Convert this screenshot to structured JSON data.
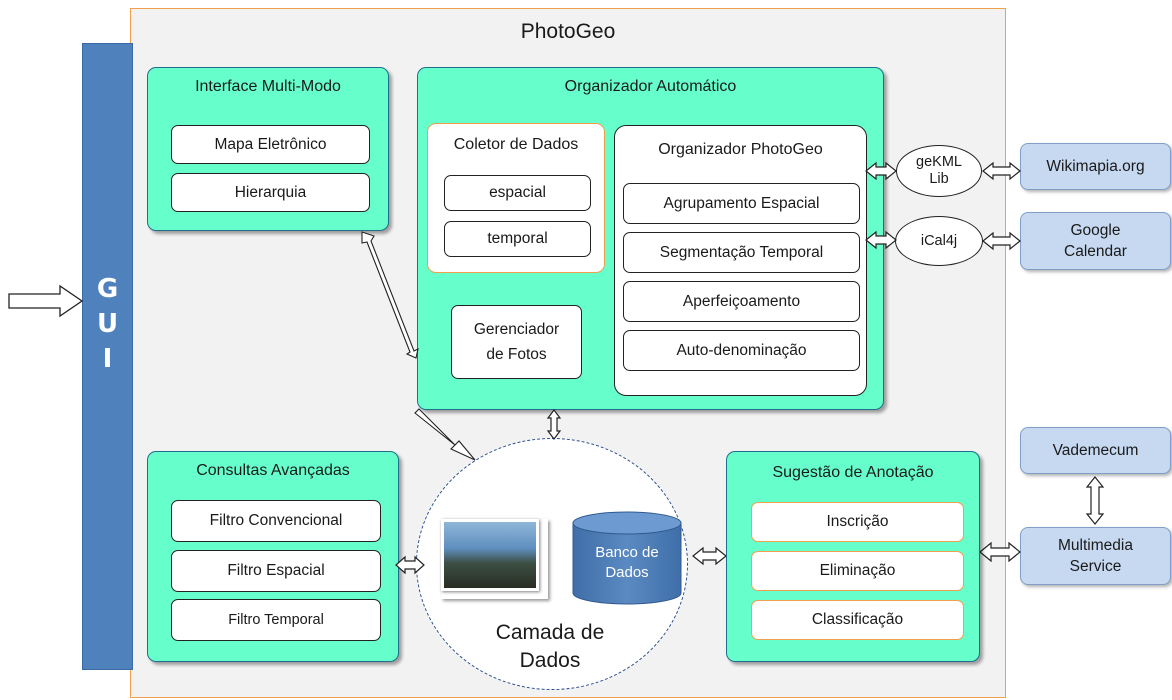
{
  "diagram": {
    "title": "PhotoGeo",
    "gui": {
      "letters": [
        "G",
        "U",
        "I"
      ]
    },
    "interface": {
      "title": "Interface Multi-Modo",
      "items": [
        "Mapa Eletrônico",
        "Hierarquia"
      ]
    },
    "organizer": {
      "title": "Organizador Automático",
      "collector": {
        "title": "Coletor de Dados",
        "items": [
          "espacial",
          "temporal"
        ]
      },
      "photo_manager": {
        "line1": "Gerenciador",
        "line2": "de Fotos"
      },
      "photogeo_org": {
        "title": "Organizador PhotoGeo",
        "items": [
          "Agrupamento Espacial",
          "Segmentação Temporal",
          "Aperfeiçoamento",
          "Auto-denominação"
        ]
      }
    },
    "libs": {
      "gekml": {
        "line1": "geKML",
        "line2": "Lib"
      },
      "ical": "iCal4j"
    },
    "external": {
      "wikimapia": "Wikimapia.org",
      "google": {
        "line1": "Google",
        "line2": "Calendar"
      },
      "vademecum": "Vademecum",
      "multimedia": {
        "line1": "Multimedia",
        "line2": "Service"
      }
    },
    "queries": {
      "title": "Consultas Avançadas",
      "items": [
        "Filtro Convencional",
        "Filtro Espacial",
        "Filtro Temporal"
      ]
    },
    "data_layer": {
      "line1": "Camada de",
      "line2": "Dados",
      "database": {
        "line1": "Banco de",
        "line2": "Dados"
      }
    },
    "suggestion": {
      "title": "Sugestão de Anotação",
      "items": [
        "Inscrição",
        "Eliminação",
        "Classificação"
      ]
    }
  }
}
